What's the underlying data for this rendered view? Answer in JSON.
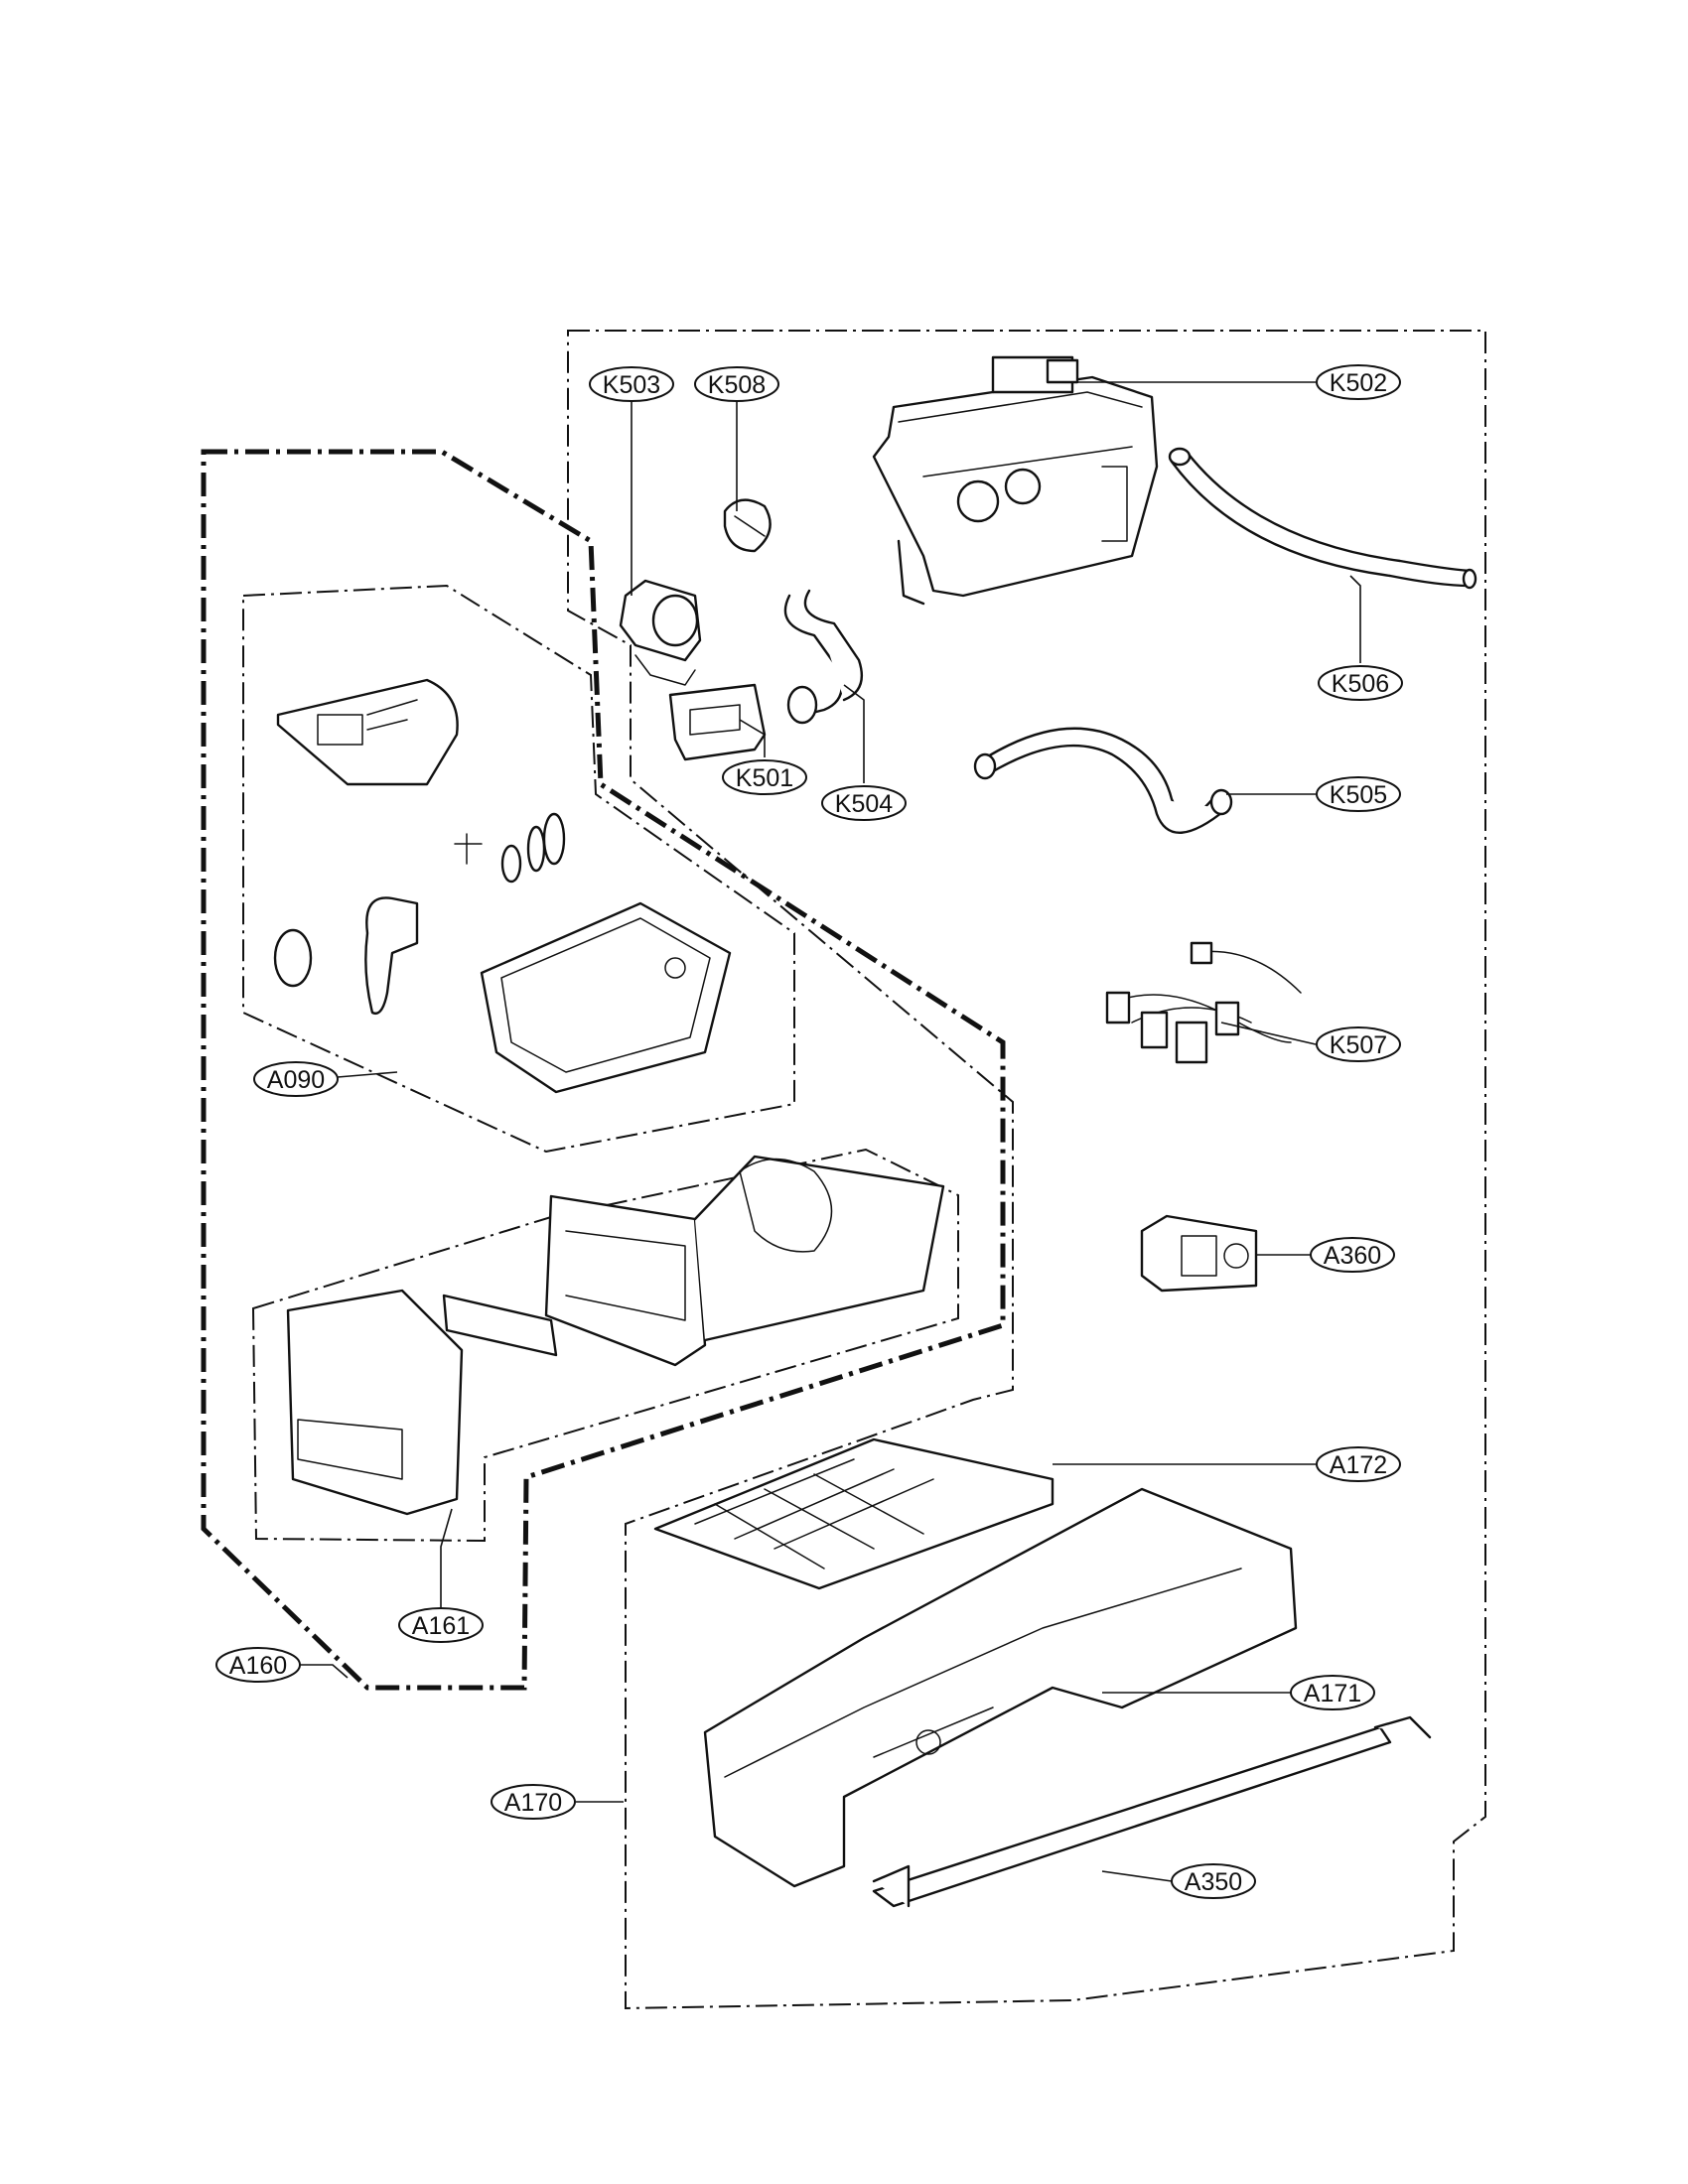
{
  "callouts": [
    {
      "id": "K503",
      "label": "K503"
    },
    {
      "id": "K508",
      "label": "K508"
    },
    {
      "id": "K502",
      "label": "K502"
    },
    {
      "id": "K506",
      "label": "K506"
    },
    {
      "id": "K501",
      "label": "K501"
    },
    {
      "id": "K504",
      "label": "K504"
    },
    {
      "id": "K505",
      "label": "K505"
    },
    {
      "id": "K507",
      "label": "K507"
    },
    {
      "id": "A090",
      "label": "A090"
    },
    {
      "id": "A360",
      "label": "A360"
    },
    {
      "id": "A172",
      "label": "A172"
    },
    {
      "id": "A161",
      "label": "A161"
    },
    {
      "id": "A160",
      "label": "A160"
    },
    {
      "id": "A171",
      "label": "A171"
    },
    {
      "id": "A170",
      "label": "A170"
    },
    {
      "id": "A350",
      "label": "A350"
    }
  ]
}
